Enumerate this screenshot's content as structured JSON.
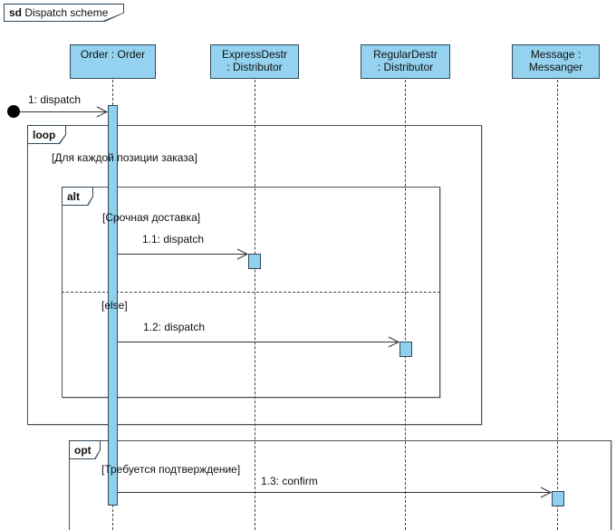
{
  "frame": {
    "keyword": "sd",
    "title": "Dispatch scheme"
  },
  "lifelines": [
    {
      "line1": "Order : Order",
      "line2": ""
    },
    {
      "line1": "ExpressDestr",
      "line2": ": Distributor"
    },
    {
      "line1": "RegularDestr",
      "line2": ": Distributor"
    },
    {
      "line1": "Message :",
      "line2": "Messanger"
    }
  ],
  "messages": [
    {
      "label": "1: dispatch"
    },
    {
      "label": "1.1: dispatch"
    },
    {
      "label": "1.2: dispatch"
    },
    {
      "label": "1.3: confirm"
    }
  ],
  "fragments": {
    "loop": {
      "operator": "loop",
      "guard": "[Для каждой позиции заказа]"
    },
    "alt": {
      "operator": "alt",
      "guard": "[Срочная доставка]",
      "else_label": "[else]"
    },
    "opt": {
      "operator": "opt",
      "guard": "[Требуется подтверждение]"
    }
  },
  "colors": {
    "head-fill": "#94d2ef",
    "activation-fill": "#8ed0ee",
    "shape-border": "#2f4858",
    "fragment-border": "#4f4f4f",
    "line": "#333333",
    "lifeline": "#444444",
    "bg": "#ffffff"
  }
}
